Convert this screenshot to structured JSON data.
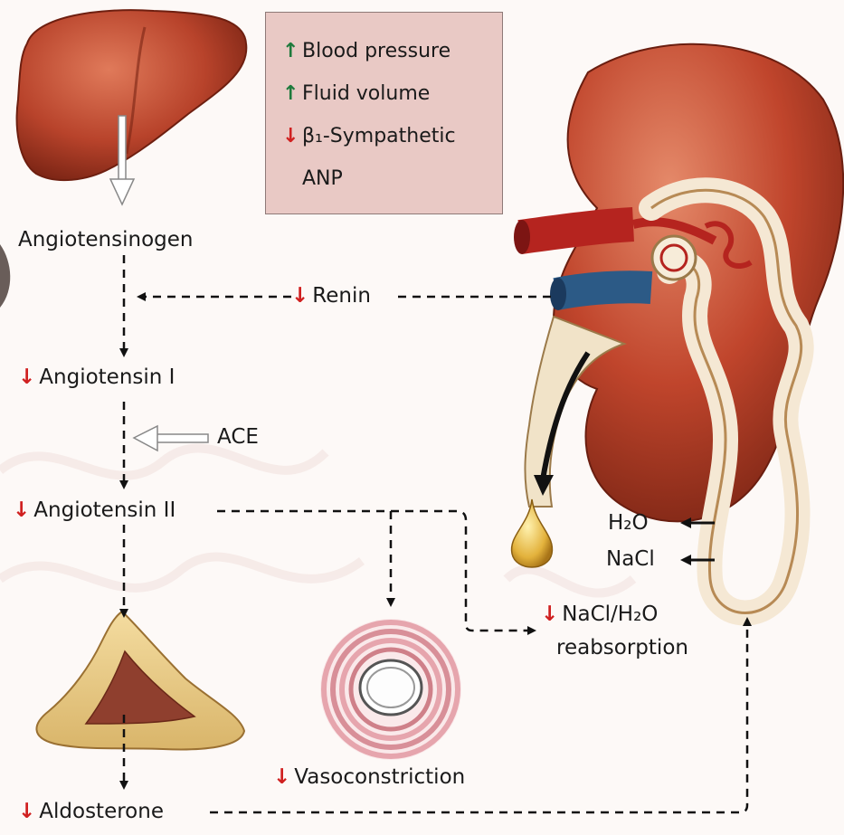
{
  "legend": {
    "items": [
      {
        "arrow": "up",
        "arrow_color": "#1e7a3c",
        "label": "Blood pressure"
      },
      {
        "arrow": "up",
        "arrow_color": "#1e7a3c",
        "label": "Fluid volume"
      },
      {
        "arrow": "down",
        "arrow_color": "#d02020",
        "label": "β₁-Sympathetic"
      },
      {
        "arrow": "none",
        "arrow_color": "",
        "label": "ANP"
      }
    ]
  },
  "nodes": {
    "angiotensinogen": "Angiotensinogen",
    "renin": "Renin",
    "angiotensin_1": "Angiotensin I",
    "ace": "ACE",
    "angiotensin_2": "Angiotensin II",
    "aldosterone": "Aldosterone",
    "vasoconstriction": "Vasoconstriction",
    "reabsorption_line1": "NaCl/H₂O",
    "reabsorption_line2": "reabsorption",
    "h2o": "H₂O",
    "nacl": "NaCl"
  },
  "colors": {
    "decrease_arrow": "#d02020",
    "increase_arrow": "#1e7a3c",
    "legend_bg": "#e9c9c5",
    "organ_red": "#b8432b"
  },
  "icons": [
    "liver-illustration",
    "kidney-illustration",
    "adrenal-gland-illustration",
    "blood-vessel-illustration",
    "urine-drop-illustration"
  ]
}
